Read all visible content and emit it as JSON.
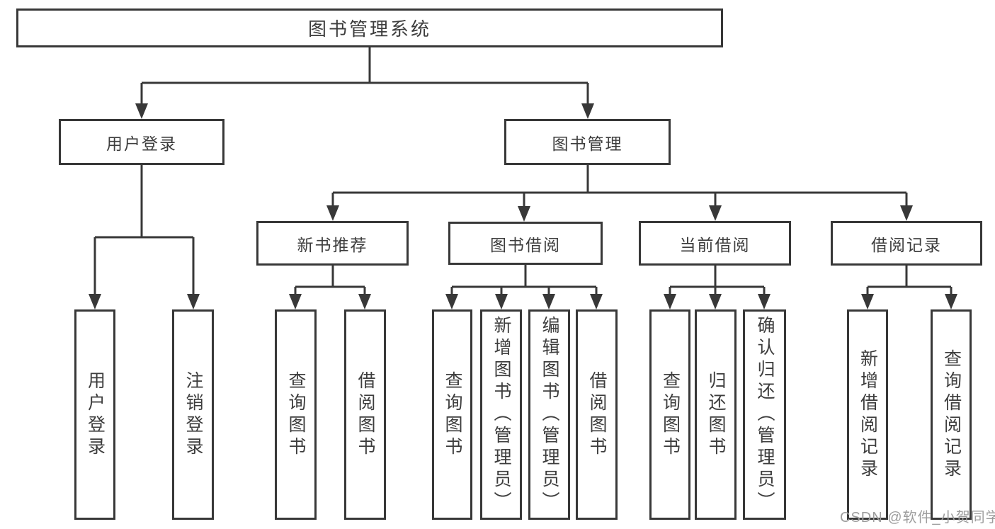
{
  "diagram": {
    "title": "图书管理系统",
    "root": "图书管理系统",
    "user": {
      "label": "用户登录",
      "children": [
        "用户登录",
        "注销登录"
      ]
    },
    "mgmt": {
      "label": "图书管理"
    },
    "rec": {
      "label": "新书推荐",
      "children": [
        "查询图书",
        "借阅图书"
      ]
    },
    "borrow": {
      "label": "图书借阅",
      "children": [
        "查询图书",
        "新增图书（管理员）",
        "编辑图书（管理员）",
        "借阅图书"
      ]
    },
    "current": {
      "label": "当前借阅",
      "children": [
        "查询图书",
        "归还图书",
        "确认归还（管理员）"
      ]
    },
    "records": {
      "label": "借阅记录",
      "children": [
        "新增借阅记录",
        "查询借阅记录"
      ]
    }
  },
  "watermark": "CSDN @软件_小贺同学",
  "colors": {
    "line": "#383838",
    "box_border": "#383838",
    "text": "#3d3d3d",
    "watermark": "#9d9d9d",
    "background": "#ffffff"
  }
}
